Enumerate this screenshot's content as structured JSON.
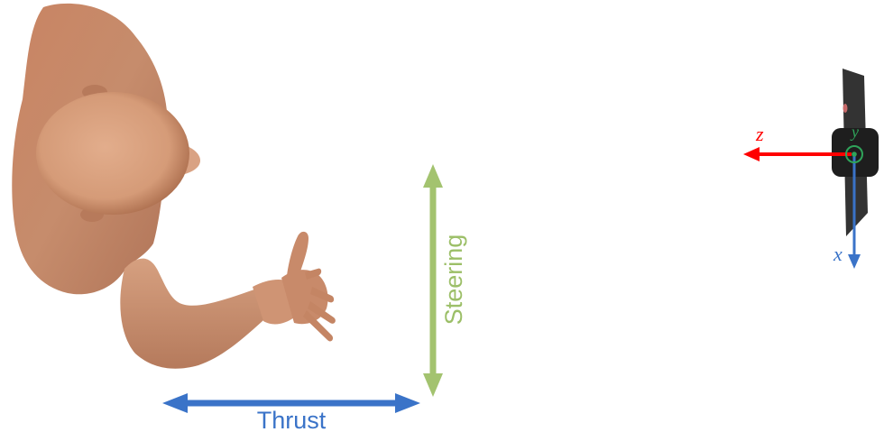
{
  "labels": {
    "thrust": "Thrust",
    "steering": "Steering"
  },
  "axes": {
    "z": {
      "label": "z",
      "color": "#ff0000"
    },
    "x": {
      "label": "x",
      "color": "#3a73c8"
    },
    "y": {
      "label": "y",
      "color": "#2fa45a"
    }
  },
  "colors": {
    "thrust_arrow": "#3a73c8",
    "steering_arrow": "#a3c36f",
    "skin": "#c98e6c",
    "device": "#333333"
  }
}
